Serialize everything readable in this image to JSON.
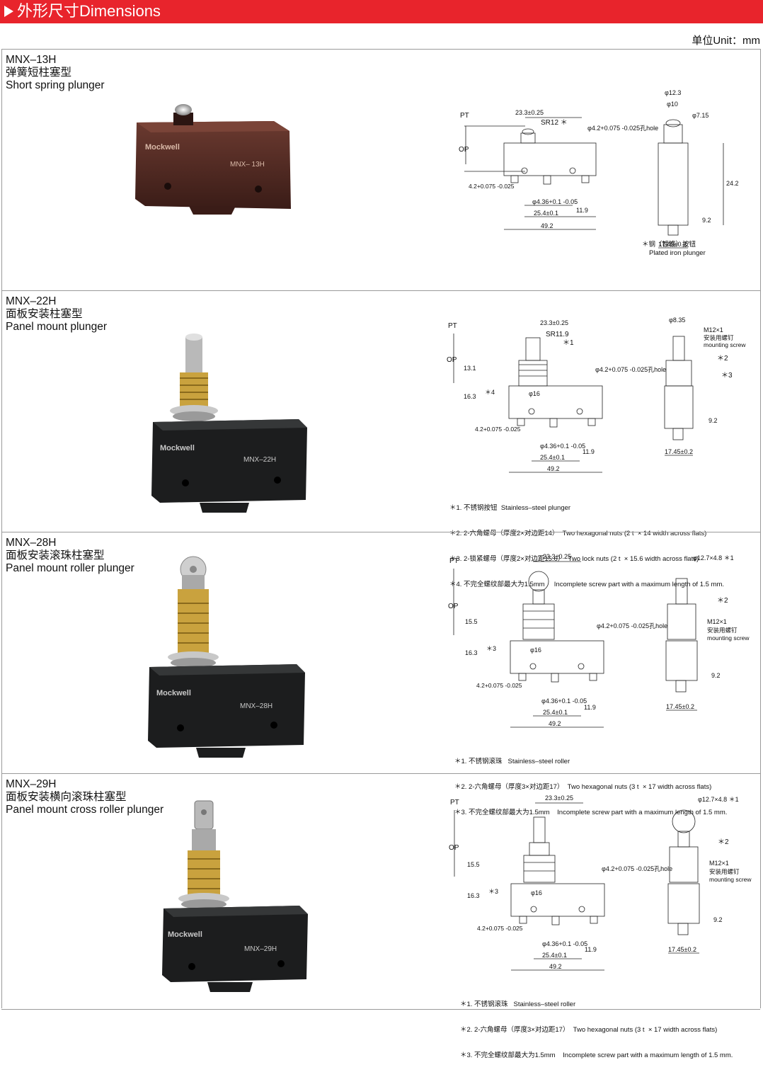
{
  "header": {
    "title": "外形尺寸Dimensions",
    "unit": "单位Unit：mm"
  },
  "sections": [
    {
      "model": "MNX–13H",
      "name_cn": "弹簧短柱塞型",
      "name_en": "Short spring plunger",
      "body_brand": "Mockwell",
      "body_model": "MNX– 13H",
      "dims": {
        "pt": "PT",
        "op": "OP",
        "d233": "23.3±0.25",
        "sr": "SR12 ＊",
        "hole": "φ4.2+0.075 -0.025孔hole",
        "d42": "4.2+0.075 -0.025",
        "d436": "φ4.36+0.1 -0.05",
        "d254": "25.4±0.1",
        "d119": "11.9",
        "d492": "49.2",
        "d123": "φ12.3",
        "d10": "φ10",
        "d715": "φ7.15",
        "d242": "24.2",
        "d92": "9.2",
        "d1745": "17.45±0.2"
      },
      "notes": [
        "＊钢（镀铬）按钮",
        "Plated iron plunger"
      ]
    },
    {
      "model": "MNX–22H",
      "name_cn": "面板安装柱塞型",
      "name_en": "Panel mount plunger",
      "body_brand": "Mockwell",
      "body_model": "MNX–22H",
      "dims": {
        "pt": "PT",
        "op": "OP",
        "d233": "23.3±0.25",
        "sr": "SR11.9",
        "s1": "＊1",
        "d131": "13.1",
        "d163": "16.3",
        "s4": "＊4",
        "d16": "φ16",
        "hole": "φ4.2+0.075 -0.025孔hole",
        "d42": "4.2+0.075 -0.025",
        "d436": "φ4.36+0.1 -0.05",
        "d254": "25.4±0.1",
        "d119": "11.9",
        "d492": "49.2",
        "d835": "φ8.35",
        "m12": "M12×1",
        "m12cn": "安装用螺钉",
        "m12en": "mounting screw",
        "s2": "＊2",
        "s3": "＊3",
        "d92": "9.2",
        "d1745": "17.45±0.2"
      },
      "notes": [
        "＊1. 不锈钢按钮  Stainless–steel plunger",
        "＊2. 2-六角螺母（厚度2×对边距14）  Two hexagonal nuts (2 t  × 14 width across flats)",
        "＊3. 2-锁紧螺母（厚度2×对边距15.6）  Two lock nuts (2 t  × 15.6 width across flats)",
        "＊4. 不完全螺纹部最大为1.5mm     Incomplete screw part with a maximum length of 1.5 mm."
      ]
    },
    {
      "model": "MNX–28H",
      "name_cn": "面板安装滚珠柱塞型",
      "name_en": "Panel mount roller plunger",
      "body_brand": "Mockwell",
      "body_model": "MNX–28H",
      "dims": {
        "pt": "PT",
        "op": "OP",
        "d233": "23.3±0.25",
        "d155": "15.5",
        "d163": "16.3",
        "s3": "＊3",
        "d16": "φ16",
        "hole": "φ4.2+0.075 -0.025孔hole",
        "d42": "4.2+0.075 -0.025",
        "d436": "φ4.36+0.1 -0.05",
        "d254": "25.4±0.1",
        "d119": "11.9",
        "d492": "49.2",
        "roller": "φ12.7×4.8  ＊1",
        "s2": "＊2",
        "m12": "M12×1",
        "m12cn": "安装用螺钉",
        "m12en": "mounting screw",
        "d92": "9.2",
        "d1745": "17.45±0.2"
      },
      "notes": [
        "＊1. 不锈钢滚珠   Stainless–steel roller",
        "＊2. 2-六角螺母（厚度3×对边距17）  Two hexagonal nuts (3 t  × 17 width across flats)",
        "＊3. 不完全螺纹部最大为1.5mm    Incomplete screw part with a maximum length of 1.5 mm."
      ]
    },
    {
      "model": "MNX–29H",
      "name_cn": "面板安装横向滚珠柱塞型",
      "name_en": "Panel mount cross roller plunger",
      "body_brand": "Mockwell",
      "body_model": "MNX–29H",
      "dims": {
        "pt": "PT",
        "op": "OP",
        "d233": "23.3±0.25",
        "d155": "15.5",
        "d163": "16.3",
        "s3": "＊3",
        "d16": "φ16",
        "hole": "φ4.2+0.075 -0.025孔hole",
        "d42": "4.2+0.075 -0.025",
        "d436": "φ4.36+0.1 -0.05",
        "d254": "25.4±0.1",
        "d119": "11.9",
        "d492": "49.2",
        "roller": "φ12.7×4.8  ＊1",
        "s2": "＊2",
        "m12": "M12×1",
        "m12cn": "安装用螺钉",
        "m12en": "mounting screw",
        "d92": "9.2",
        "d1745": "17.45±0.2"
      },
      "notes": [
        "＊1. 不锈钢滚珠   Stainless–steel roller",
        "＊2. 2-六角螺母（厚度3×对边距17）  Two hexagonal nuts (3 t  × 17 width across flats)",
        "＊3. 不完全螺纹部最大为1.5mm    Incomplete screw part with a maximum length of 1.5 mm."
      ]
    }
  ],
  "colors": {
    "banner": "#e8242c",
    "body_brown": "#4a2620",
    "body_black": "#1c1d1e",
    "brass": "#c9a23e"
  }
}
